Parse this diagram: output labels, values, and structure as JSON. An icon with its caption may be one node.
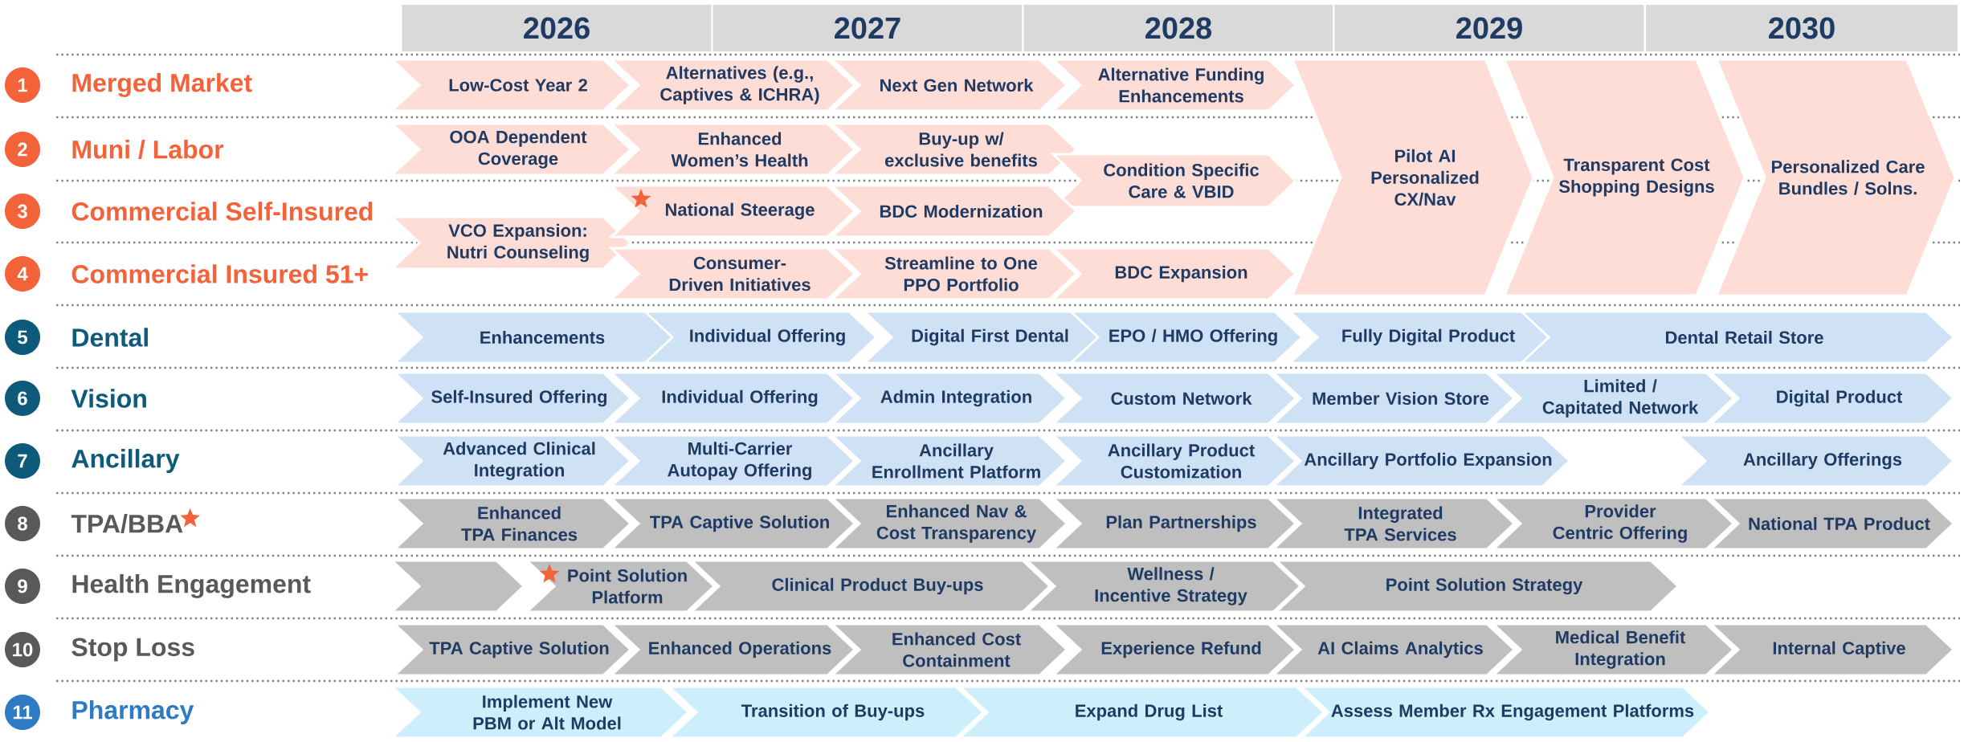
{
  "diagram": {
    "nodes": [
      {
        "text": [
          "2026"
        ]
      },
      {
        "text": [
          "2027"
        ]
      },
      {
        "text": [
          "2028"
        ]
      },
      {
        "text": [
          "2029"
        ]
      },
      {
        "text": [
          "2030"
        ]
      },
      {
        "text": [
          "1"
        ],
        "beside": [
          "Merged Market"
        ]
      },
      {
        "text": [
          "Low-Cost Year 2"
        ]
      },
      {
        "text": [
          "Alternatives (e.g., Captives & ICHRA)"
        ]
      },
      {
        "text": [
          "Next Gen Network"
        ]
      },
      {
        "text": [
          "Alternative Funding Enhancements"
        ]
      },
      {
        "text": [
          "Pilot AI Personalized CX/Nav"
        ]
      },
      {
        "text": [
          "Transparent Cost Shopping Designs"
        ]
      },
      {
        "text": [
          "Personalized Care Bundles / Solns."
        ]
      },
      {
        "text": [
          "2"
        ],
        "beside": [
          "Muni / Labor"
        ]
      },
      {
        "text": [
          "OOA Dependent Coverage"
        ]
      },
      {
        "text": [
          "Enhanced Women’s Health"
        ]
      },
      {
        "text": [
          "Buy-up w/ exclusive benefits"
        ]
      },
      {
        "text": [
          "Condition Specific Care & VBID"
        ]
      },
      {
        "text": [
          "3"
        ],
        "beside": [
          "Commercial Self-Insured"
        ]
      },
      {
        "text": [
          "VCO Expansion: Nutri Counseling"
        ]
      },
      {
        "text": [
          "National Steerage"
        ]
      },
      {
        "text": [
          "BDC Modernization"
        ]
      },
      {
        "text": [
          "4"
        ],
        "beside": [
          "Commercial Insured 51+"
        ]
      },
      {
        "text": [
          "Consumer-Driven Initiatives"
        ]
      },
      {
        "text": [
          "Streamline to One PPO Portfolio"
        ]
      },
      {
        "text": [
          "BDC Expansion"
        ]
      },
      {
        "text": [
          "5"
        ],
        "beside": [
          "Dental"
        ]
      },
      {
        "text": [
          "Enhancements"
        ]
      },
      {
        "text": [
          "Individual Offering"
        ]
      },
      {
        "text": [
          "Digital First Dental"
        ]
      },
      {
        "text": [
          "EPO / HMO Offering"
        ]
      },
      {
        "text": [
          "Fully Digital Product"
        ]
      },
      {
        "text": [
          "Dental Retail Store"
        ]
      },
      {
        "text": [
          "6"
        ],
        "beside": [
          "Vision"
        ]
      },
      {
        "text": [
          "Self-Insured Offering"
        ]
      },
      {
        "text": [
          "Individual Offering"
        ]
      },
      {
        "text": [
          "Admin Integration"
        ]
      },
      {
        "text": [
          "Custom Network"
        ]
      },
      {
        "text": [
          "Member Vision Store"
        ]
      },
      {
        "text": [
          "Limited / Capitated Network"
        ]
      },
      {
        "text": [
          "Digital Product"
        ]
      },
      {
        "text": [
          "7"
        ],
        "beside": [
          "Ancillary"
        ]
      },
      {
        "text": [
          "Advanced Clinical Integration"
        ]
      },
      {
        "text": [
          "Multi-Carrier Autopay Offering"
        ]
      },
      {
        "text": [
          "Ancillary Enrollment Platform"
        ]
      },
      {
        "text": [
          "Ancillary Product Customization"
        ]
      },
      {
        "text": [
          "Ancillary Portfolio Expansion"
        ]
      },
      {
        "text": [
          "Ancillary Offerings"
        ]
      },
      {
        "text": [
          "8"
        ],
        "beside": [
          "TPA/BBA"
        ]
      },
      {
        "text": [
          "Enhanced TPA Finances"
        ]
      },
      {
        "text": [
          "TPA Captive Solution"
        ]
      },
      {
        "text": [
          "Enhanced Nav & Cost Transparency"
        ]
      },
      {
        "text": [
          "Plan Partnerships"
        ]
      },
      {
        "text": [
          "Integrated TPA Services"
        ]
      },
      {
        "text": [
          "Provider Centric Offering"
        ]
      },
      {
        "text": [
          "National TPA Product"
        ]
      },
      {
        "text": [
          "9"
        ],
        "beside": [
          "Health Engagement"
        ]
      },
      {
        "text": [],
        "shape": "chevron"
      },
      {
        "text": [
          "Point Solution Platform"
        ]
      },
      {
        "text": [
          "Clinical Product Buy-ups"
        ]
      },
      {
        "text": [
          "Wellness / Incentive Strategy"
        ]
      },
      {
        "text": [
          "Point Solution Strategy"
        ]
      },
      {
        "text": [
          "10"
        ],
        "beside": [
          "Stop Loss"
        ]
      },
      {
        "text": [
          "TPA Captive Solution"
        ]
      },
      {
        "text": [
          "Enhanced Operations"
        ]
      },
      {
        "text": [
          "Enhanced Cost Containment"
        ]
      },
      {
        "text": [
          "Experience Refund"
        ]
      },
      {
        "text": [
          "AI Claims Analytics"
        ]
      },
      {
        "text": [
          "Medical Benefit Integration"
        ]
      },
      {
        "text": [
          "Internal Captive"
        ]
      },
      {
        "text": [
          "11"
        ],
        "beside": [
          "Pharmacy"
        ]
      },
      {
        "text": [
          "Implement New PBM or Alt Model"
        ]
      },
      {
        "text": [
          "Transition of Buy-ups"
        ]
      },
      {
        "text": [
          "Expand Drug List"
        ]
      },
      {
        "text": [
          "Assess Member Rx Engagement Platforms"
        ]
      }
    ]
  }
}
